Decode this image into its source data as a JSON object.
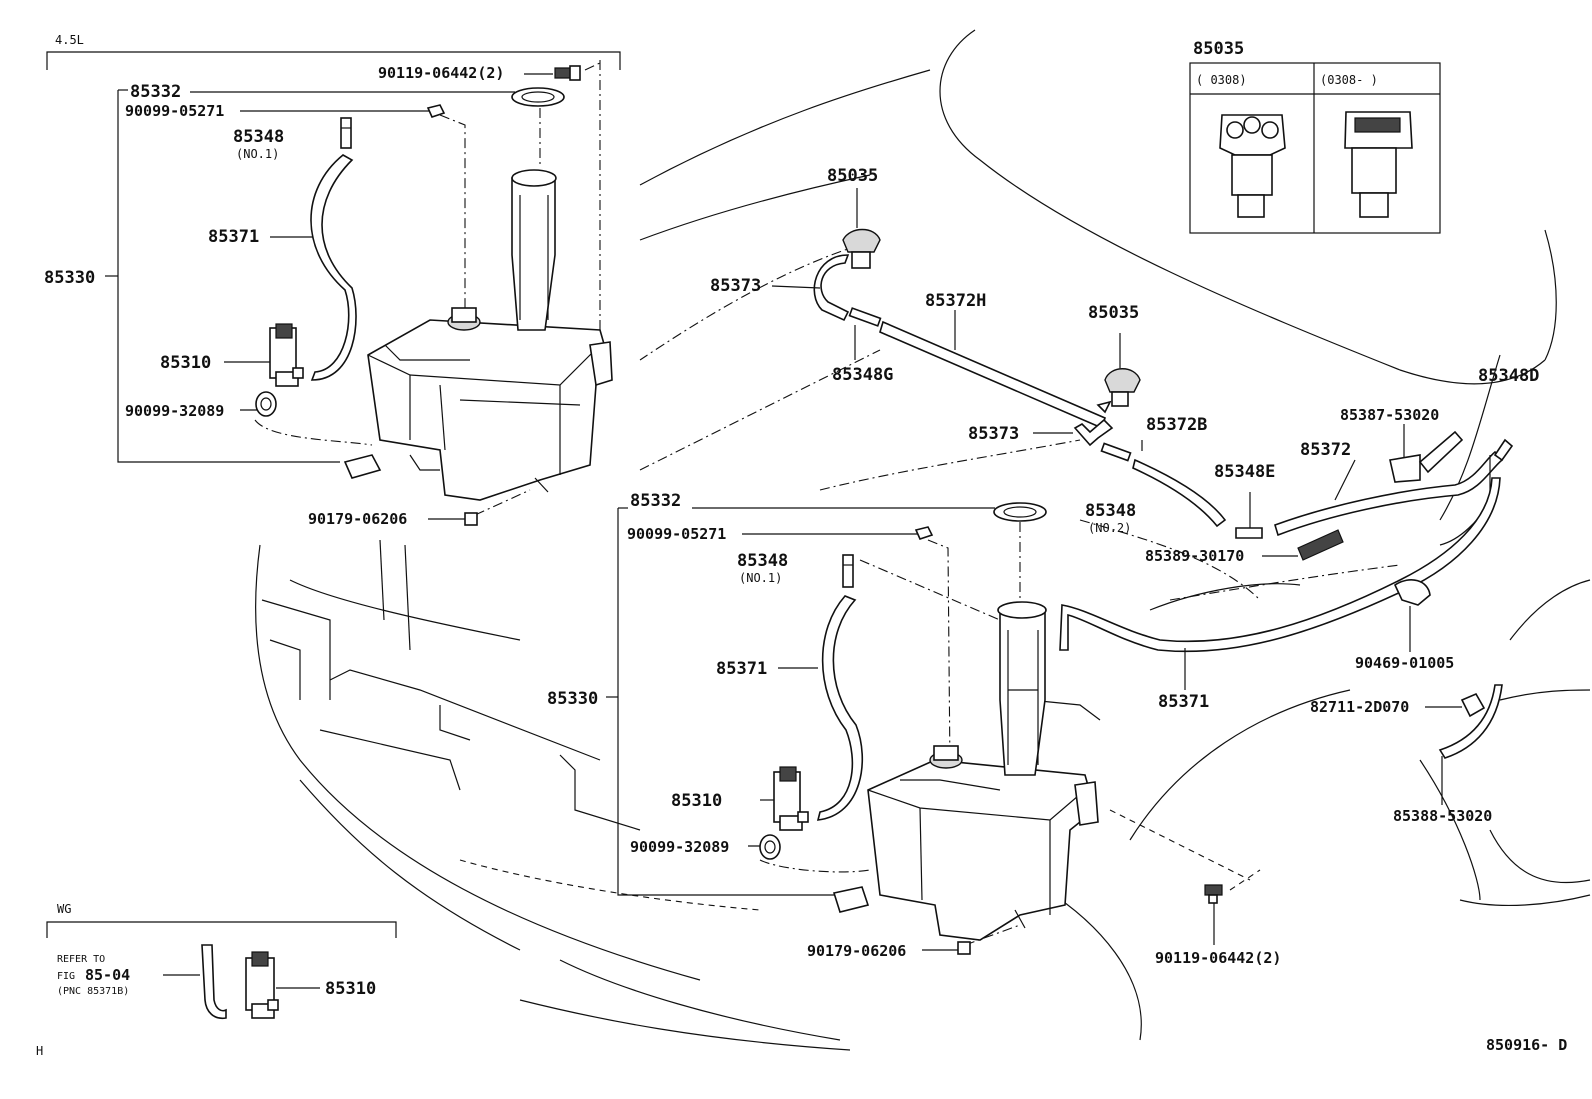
{
  "labels": {
    "group_45l": "4.5L",
    "ul_85332": "85332",
    "ul_90119": "90119-06442(2)",
    "ul_90099a": "90099-05271",
    "ul_85348": "85348",
    "ul_no1": "(NO.1)",
    "ul_85371": "85371",
    "ul_85330": "85330",
    "ul_85310": "85310",
    "ul_90099b": "90099-32089",
    "ul_90179": "90179-06206",
    "c_85035a": "85035",
    "c_85373a": "85373",
    "c_85372h": "85372H",
    "c_85348g": "85348G",
    "c_85035b": "85035",
    "c_85373b": "85373",
    "c_85372b": "85372B",
    "c_85348e": "85348E",
    "c_85372": "85372",
    "c_85348no2": "85348",
    "c_no2": "(NO.2)",
    "c_85389": "85389-30170",
    "c_85371": "85371",
    "r_85348d": "85348D",
    "r_85387": "85387-53020",
    "r_90469": "90469-01005",
    "r_82711": "82711-2D070",
    "r_85388": "85388-53020",
    "inset_title": "85035",
    "inset_left": "(      0308)",
    "inset_right": "(0308-      )",
    "m_85332": "85332",
    "m_90099a": "90099-05271",
    "m_85348": "85348",
    "m_no1": "(NO.1)",
    "m_85371": "85371",
    "m_85330": "85330",
    "m_85310": "85310",
    "m_90099b": "90099-32089",
    "m_90179": "90179-06206",
    "m_90119": "90119-06442(2)",
    "wg_title": "WG",
    "wg_ref1": "REFER TO",
    "wg_ref2": "FIG",
    "wg_fig": "85-04",
    "wg_ref3": "(PNC 85371B)",
    "wg_85310": "85310",
    "corner_h": "H",
    "drawing_no": "850916- D"
  }
}
